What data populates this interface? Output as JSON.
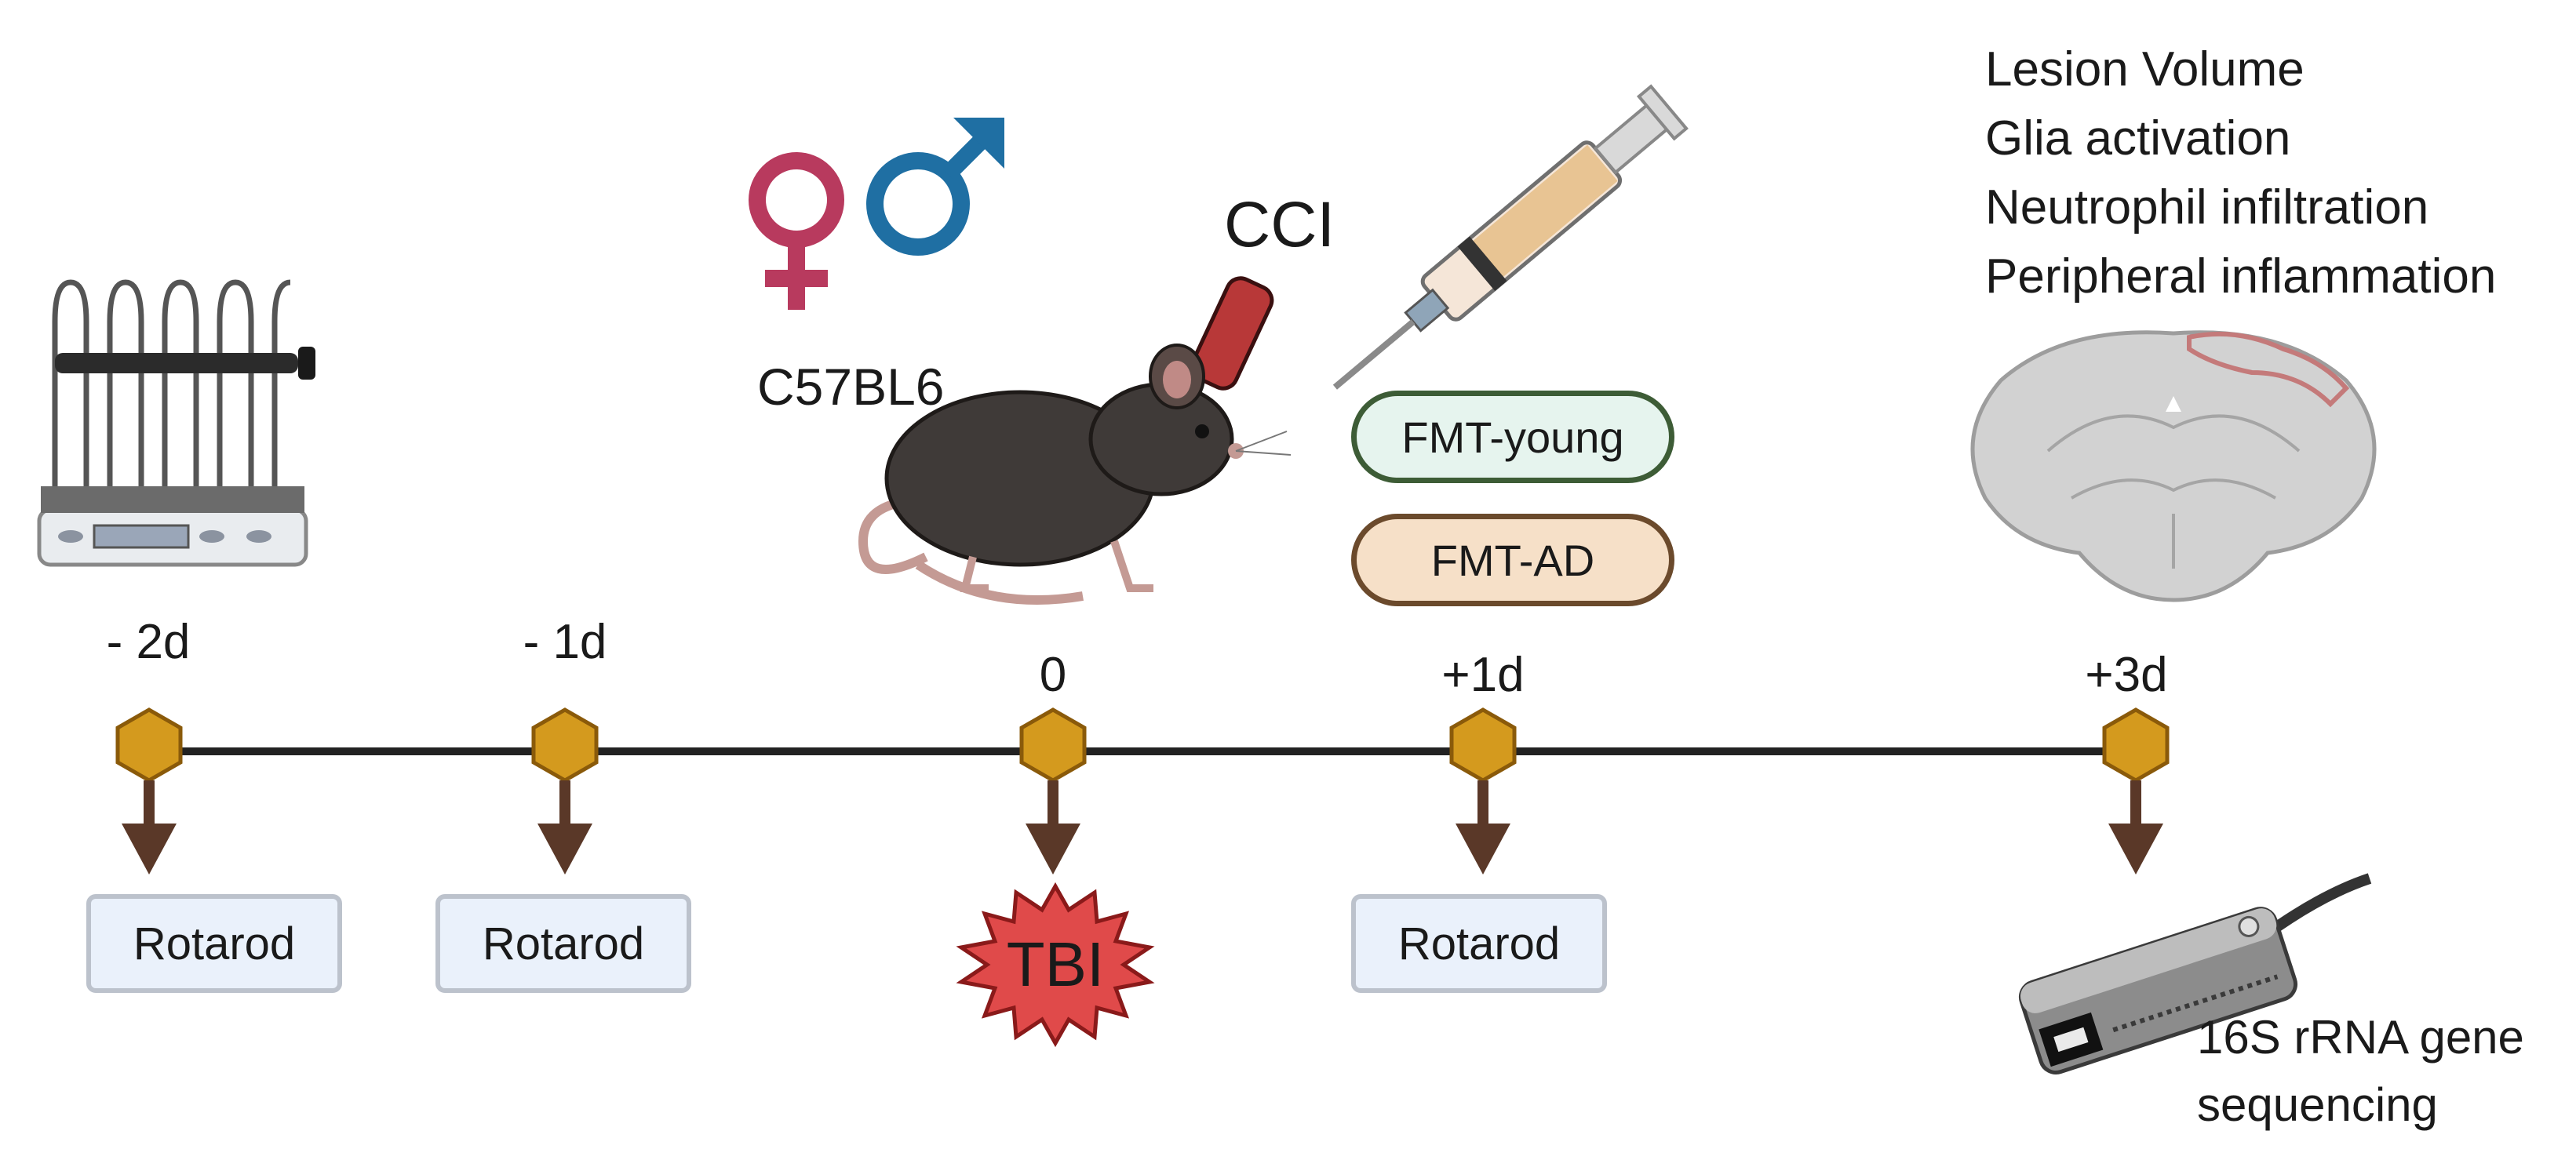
{
  "timeline": {
    "days": [
      {
        "label": "- 2d",
        "assay": "Rotarod"
      },
      {
        "label": "- 1d",
        "assay": "Rotarod"
      },
      {
        "label": "0",
        "assay": "TBI"
      },
      {
        "label": "+1d",
        "assay": "Rotarod"
      },
      {
        "label": "+3d",
        "assay": ""
      }
    ]
  },
  "model": {
    "strain": "C57BL6",
    "injury": "CCI",
    "sex_symbols": [
      "female-symbol",
      "male-symbol"
    ]
  },
  "treatments": [
    "FMT-young",
    "FMT-AD"
  ],
  "outcomes": [
    "Lesion Volume",
    "Glia activation",
    "Neutrophil infiltration",
    "Peripheral inflammation"
  ],
  "sequencing": {
    "line1": "16S rRNA gene",
    "line2": "sequencing"
  },
  "colors": {
    "female": "#b83a5e",
    "male": "#1f6fa3",
    "node": "#d49a1e",
    "arrow": "#5a3828",
    "tbi": "#e04a4a",
    "cci": "#b83838",
    "fmt_young_fill": "#e6f4ee",
    "fmt_young_border": "#3d5c36",
    "fmt_ad_fill": "#f6e0c8",
    "fmt_ad_border": "#6b4a2c"
  },
  "icons": [
    "rotarod-apparatus-icon",
    "mouse-icon",
    "syringe-icon",
    "brain-section-icon",
    "sequencer-icon"
  ]
}
